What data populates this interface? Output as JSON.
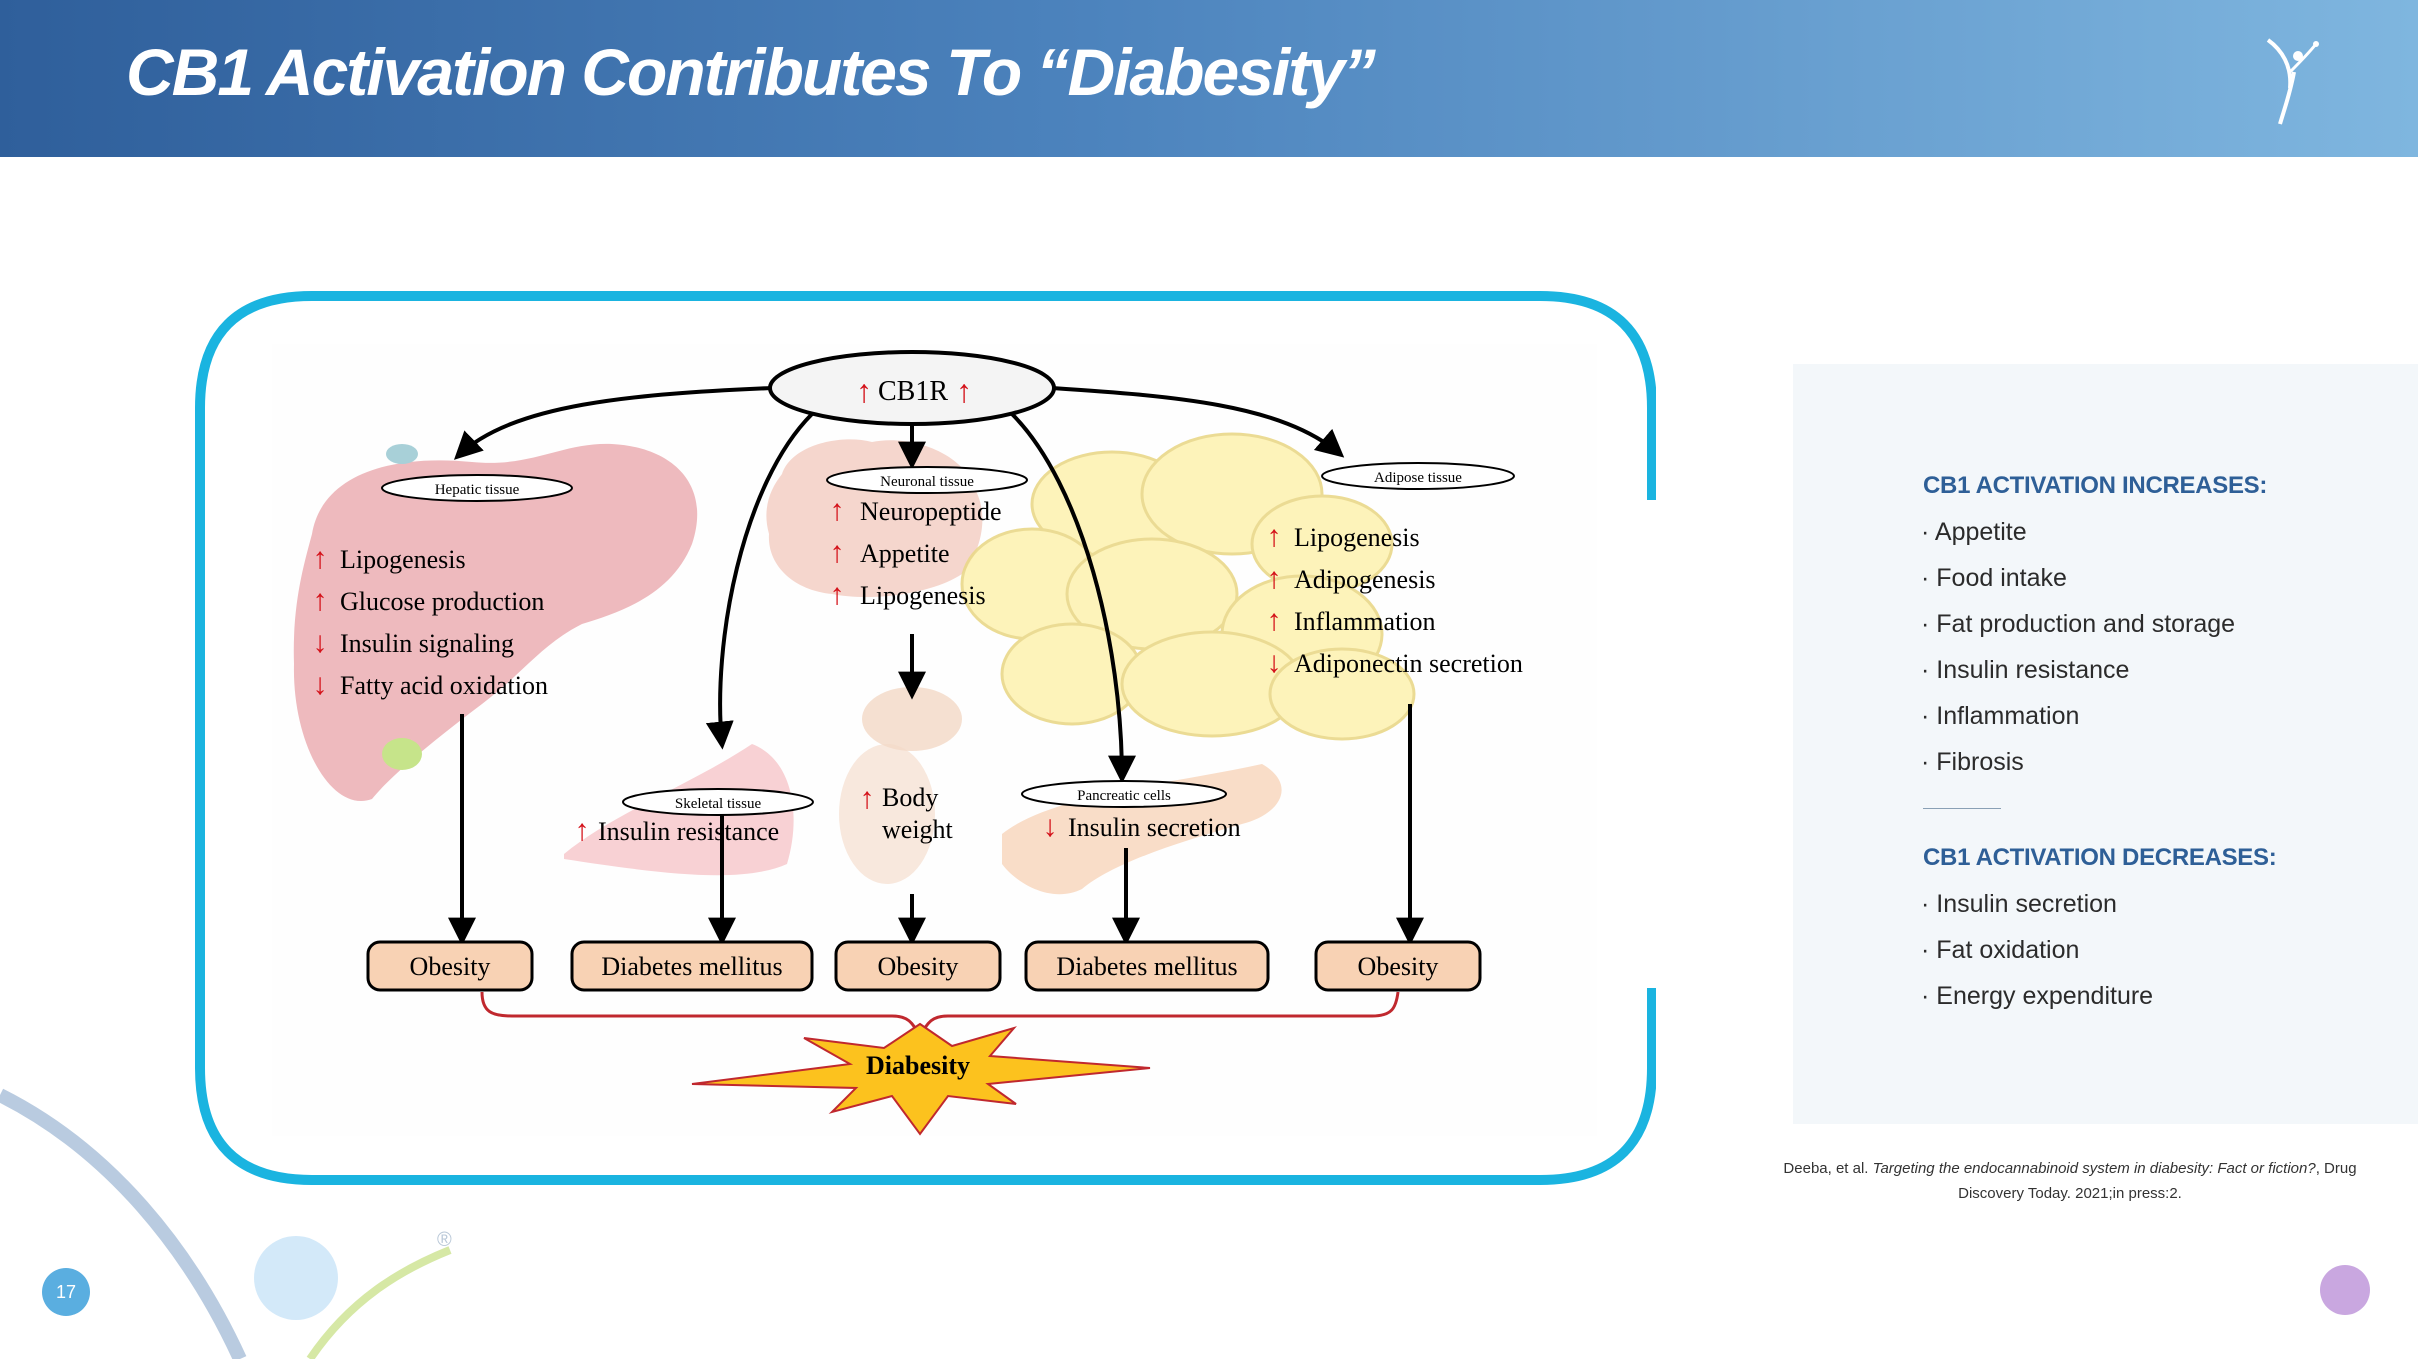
{
  "slide": {
    "title": "CB1 Activation Contributes To “Diabesity”",
    "page_number": "17",
    "registered_mark": "®"
  },
  "diagram": {
    "center": "CB1R",
    "hepatic": {
      "label": "Hepatic tissue",
      "items": [
        {
          "text": "Lipogenesis",
          "dir": "up"
        },
        {
          "text": "Glucose production",
          "dir": "up"
        },
        {
          "text": "Insulin signaling",
          "dir": "down"
        },
        {
          "text": "Fatty acid oxidation",
          "dir": "down"
        }
      ],
      "outcome": "Obesity"
    },
    "neuronal": {
      "label": "Neuronal tissue",
      "items": [
        {
          "text": "Neuropeptide",
          "dir": "up"
        },
        {
          "text": "Appetite",
          "dir": "up"
        },
        {
          "text": "Lipogenesis",
          "dir": "up"
        }
      ]
    },
    "body_weight": {
      "line1": "Body",
      "line2": "weight",
      "dir": "up",
      "outcome": "Obesity"
    },
    "skeletal": {
      "label": "Skeletal tissue",
      "item": {
        "text": "Insulin resistance",
        "dir": "up"
      },
      "outcome": "Diabetes mellitus"
    },
    "pancreatic": {
      "label": "Pancreatic cells",
      "item": {
        "text": "Insulin secretion",
        "dir": "down"
      },
      "outcome": "Diabetes mellitus"
    },
    "adipose": {
      "label": "Adipose tissue",
      "items": [
        {
          "text": "Lipogenesis",
          "dir": "up"
        },
        {
          "text": "Adipogenesis",
          "dir": "up"
        },
        {
          "text": "Inflammation",
          "dir": "up"
        },
        {
          "text": "Adiponectin secretion",
          "dir": "down"
        }
      ],
      "outcome": "Obesity"
    },
    "result": "Diabesity"
  },
  "panel": {
    "increases_heading": "CB1 ACTIVATION INCREASES:",
    "increases": [
      "Appetite",
      "Food intake",
      "Fat production and storage",
      "Insulin resistance",
      "Inflammation",
      "Fibrosis"
    ],
    "decreases_heading": "CB1 ACTIVATION DECREASES:",
    "decreases": [
      "Insulin secretion",
      "Fat oxidation",
      "Energy expenditure"
    ]
  },
  "reference": {
    "authors": "Deeba, et al.",
    "title": "Targeting the endocannabinoid system in diabesity: Fact or fiction?",
    "source": "Drug Discovery Today. 2021;in press:2."
  },
  "colors": {
    "header_start": "#2f5f9b",
    "header_end": "#7fb6df",
    "frame": "#1ab4e0",
    "heading": "#2e5f97",
    "up_arrow": "#d4121a",
    "outcome_fill": "#f8d2b4",
    "diabesity_fill": "#fcc21e",
    "bracket": "#c0282e"
  }
}
